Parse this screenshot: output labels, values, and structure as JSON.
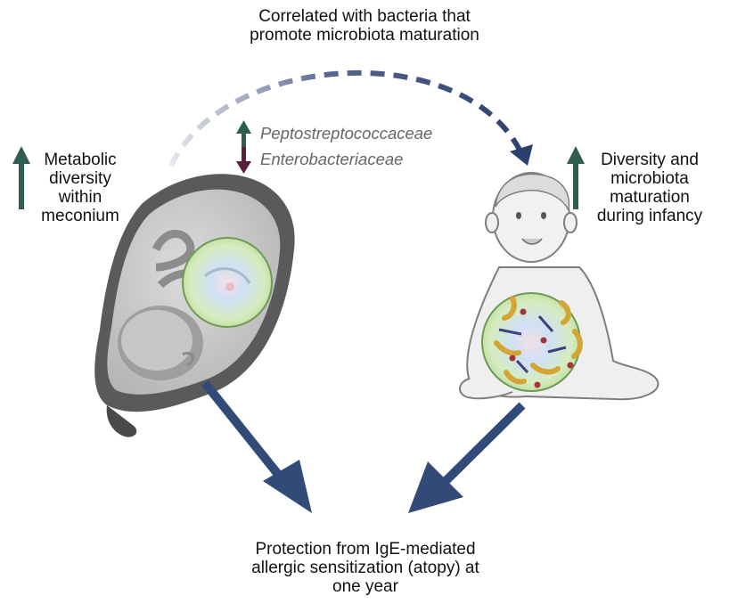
{
  "top_caption": {
    "line1": "Correlated with bacteria that",
    "line2": "promote microbiota maturation"
  },
  "taxa": {
    "up": "Peptostreptococcaceae",
    "down": "Enterobacteriaceae"
  },
  "left_label": {
    "lines": [
      "Metabolic",
      "diversity",
      "within",
      "meconium"
    ]
  },
  "right_label": {
    "lines": [
      "Diversity and",
      "microbiota",
      "maturation",
      "during infancy"
    ]
  },
  "bottom_caption": {
    "line1": "Protection from IgE-mediated",
    "line2": "allergic sensitization (atopy) at",
    "line3": "one year"
  },
  "colors": {
    "up_arrow": "#2d5e4e",
    "down_arrow": "#5a1f3b",
    "main_arrow": "#324a78",
    "dashed_arc": "#2b3f6e",
    "gut_circle": "#cfe8b6"
  }
}
